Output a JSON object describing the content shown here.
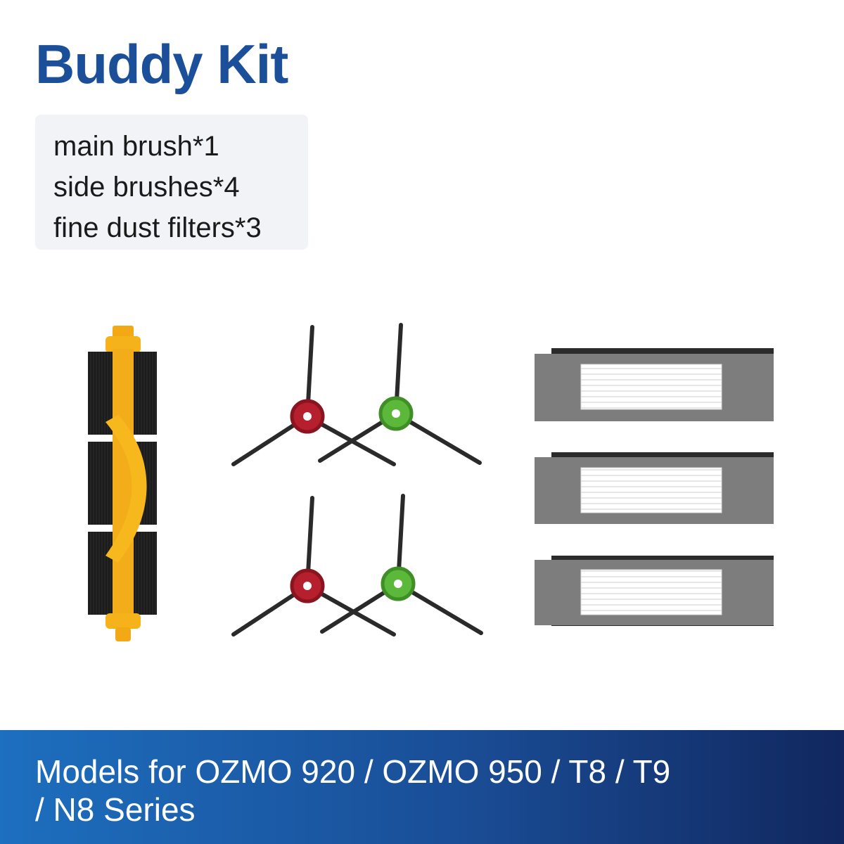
{
  "header": {
    "title": "Buddy Kit"
  },
  "contents": {
    "items": [
      "main brush*1",
      "side brushes*4",
      "fine dust filters*3"
    ]
  },
  "products": {
    "main_brush": {
      "count": 1,
      "core_color": "#f5b21b",
      "bristle_color": "#1a1a1a"
    },
    "side_brushes": {
      "count": 4,
      "hub_colors": [
        "#b51f2e",
        "#5cb83a",
        "#b51f2e",
        "#5cb83a"
      ]
    },
    "filters": {
      "count": 3,
      "frame_color": "#7d7d7d"
    }
  },
  "banner": {
    "line1": "Models for OZMO 920 / OZMO 950 / T8 / T9",
    "line2": "/ N8 Series"
  }
}
